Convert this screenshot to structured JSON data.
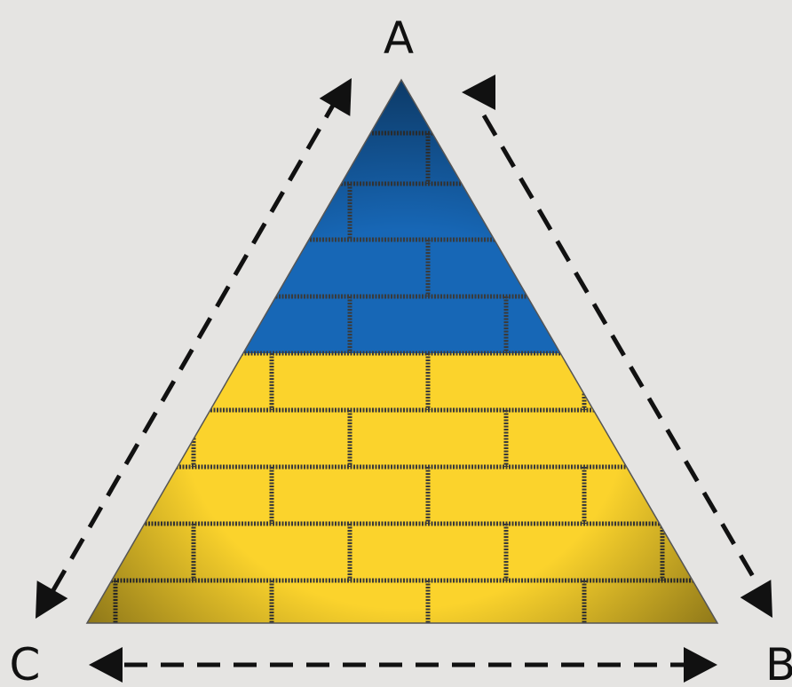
{
  "vertices": {
    "a": {
      "label": "A"
    },
    "b": {
      "label": "B"
    },
    "c": {
      "label": "C"
    }
  },
  "colors": {
    "background": "#e5e4e2",
    "blue": "#1767b6",
    "yellow": "#fbd32c",
    "mortar": "#3a3a3a",
    "arrow": "#111111"
  },
  "arrows": [
    {
      "from": "C",
      "to": "A",
      "style": "dashed",
      "direction": "two-way"
    },
    {
      "from": "A",
      "to": "B",
      "style": "dashed",
      "direction": "two-way"
    },
    {
      "from": "C",
      "to": "B",
      "style": "dashed",
      "direction": "two-way"
    }
  ],
  "pyramid": {
    "texture": "brick-wall",
    "bands": [
      "blue",
      "yellow"
    ]
  }
}
